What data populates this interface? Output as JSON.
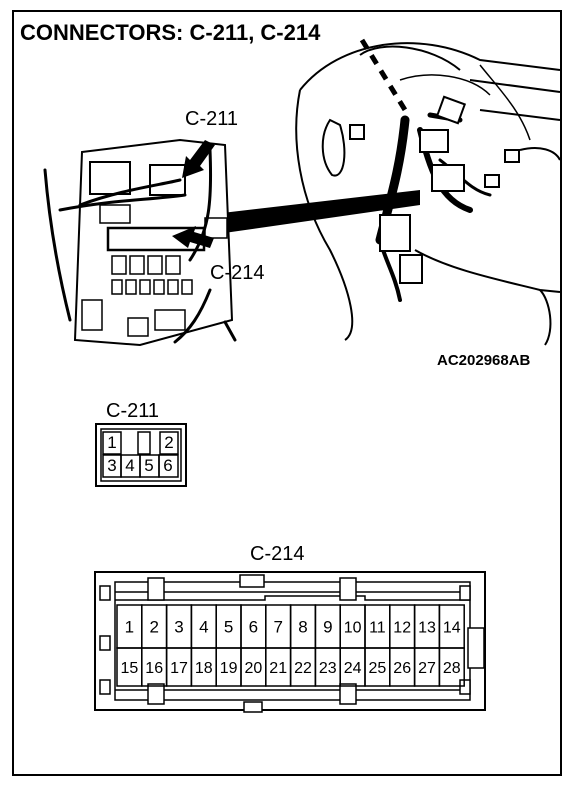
{
  "title": "CONNECTORS: C-211, C-214",
  "figure_code": "AC202968AB",
  "callouts": {
    "c211": "C-211",
    "c214": "C-214"
  },
  "c211": {
    "label": "C-211",
    "top_pins": [
      "1",
      "2"
    ],
    "bottom_pins": [
      "3",
      "4",
      "5",
      "6"
    ]
  },
  "c214": {
    "label": "C-214",
    "top_pins": [
      "1",
      "2",
      "3",
      "4",
      "5",
      "6",
      "7",
      "8",
      "9",
      "10",
      "11",
      "12",
      "13",
      "14"
    ],
    "bottom_pins": [
      "15",
      "16",
      "17",
      "18",
      "19",
      "20",
      "21",
      "22",
      "23",
      "24",
      "25",
      "26",
      "27",
      "28"
    ]
  }
}
